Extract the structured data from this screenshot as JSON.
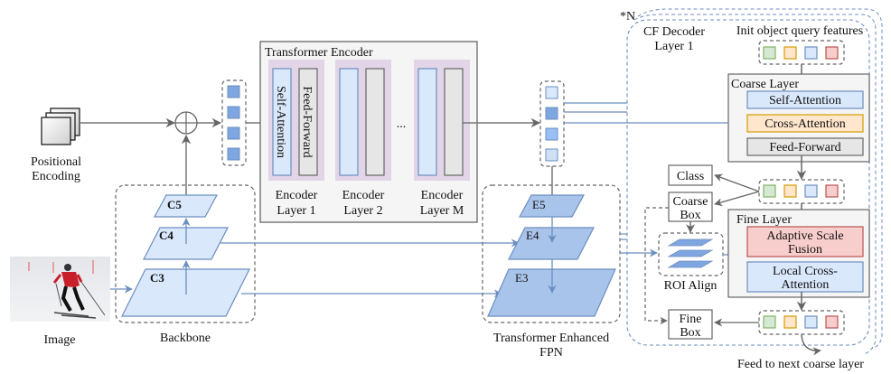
{
  "input": {
    "positional_encoding": [
      "Positional",
      "Encoding"
    ],
    "image_label": "Image"
  },
  "backbone": {
    "label": "Backbone",
    "levels": [
      "C5",
      "C4",
      "C3"
    ]
  },
  "encoder": {
    "title": "Transformer Encoder",
    "self_attention": "Self-Attention",
    "feed_forward": "Feed-Forward",
    "ellipsis": "...",
    "layers": [
      [
        "Encoder",
        "Layer 1"
      ],
      [
        "Encoder",
        "Layer 2"
      ],
      [
        "Encoder",
        "Layer M"
      ]
    ]
  },
  "fpn": {
    "label": [
      "Transformer Enhanced",
      "FPN"
    ],
    "levels": [
      "E5",
      "E4",
      "E3"
    ]
  },
  "decoder": {
    "repeat": "*N",
    "title": [
      "CF Decoder",
      "Layer 1"
    ],
    "init_queries": "Init object query features",
    "coarse_layer": {
      "title": "Coarse Layer",
      "blocks": [
        "Self-Attention",
        "Cross-Attention",
        "Feed-Forward"
      ]
    },
    "fine_layer": {
      "title": "Fine Layer",
      "blocks": [
        [
          "Adaptive Scale",
          "Fusion"
        ],
        [
          "Local Cross-",
          "Attention"
        ]
      ]
    },
    "class_label": "Class",
    "coarse_box": [
      "Coarse",
      "Box"
    ],
    "fine_box": [
      "Fine",
      "Box"
    ],
    "roi_align": "ROI Align",
    "feed_next": "Feed to next coarse layer"
  },
  "colors": {
    "blue_fill": "#dae8fc",
    "blue_stroke": "#6c8ebf",
    "dark_blue_fill": "#7ea6e0",
    "fpn_fill": "#a9c4eb",
    "orange_fill": "#ffe6cc",
    "orange_stroke": "#d79b00",
    "green_fill": "#d5e8d4",
    "green_stroke": "#82b366",
    "red_fill": "#f8cecc",
    "red_stroke": "#b85450",
    "gray_fill": "#e6e6e6",
    "purple_fill": "#e1d5e7"
  }
}
